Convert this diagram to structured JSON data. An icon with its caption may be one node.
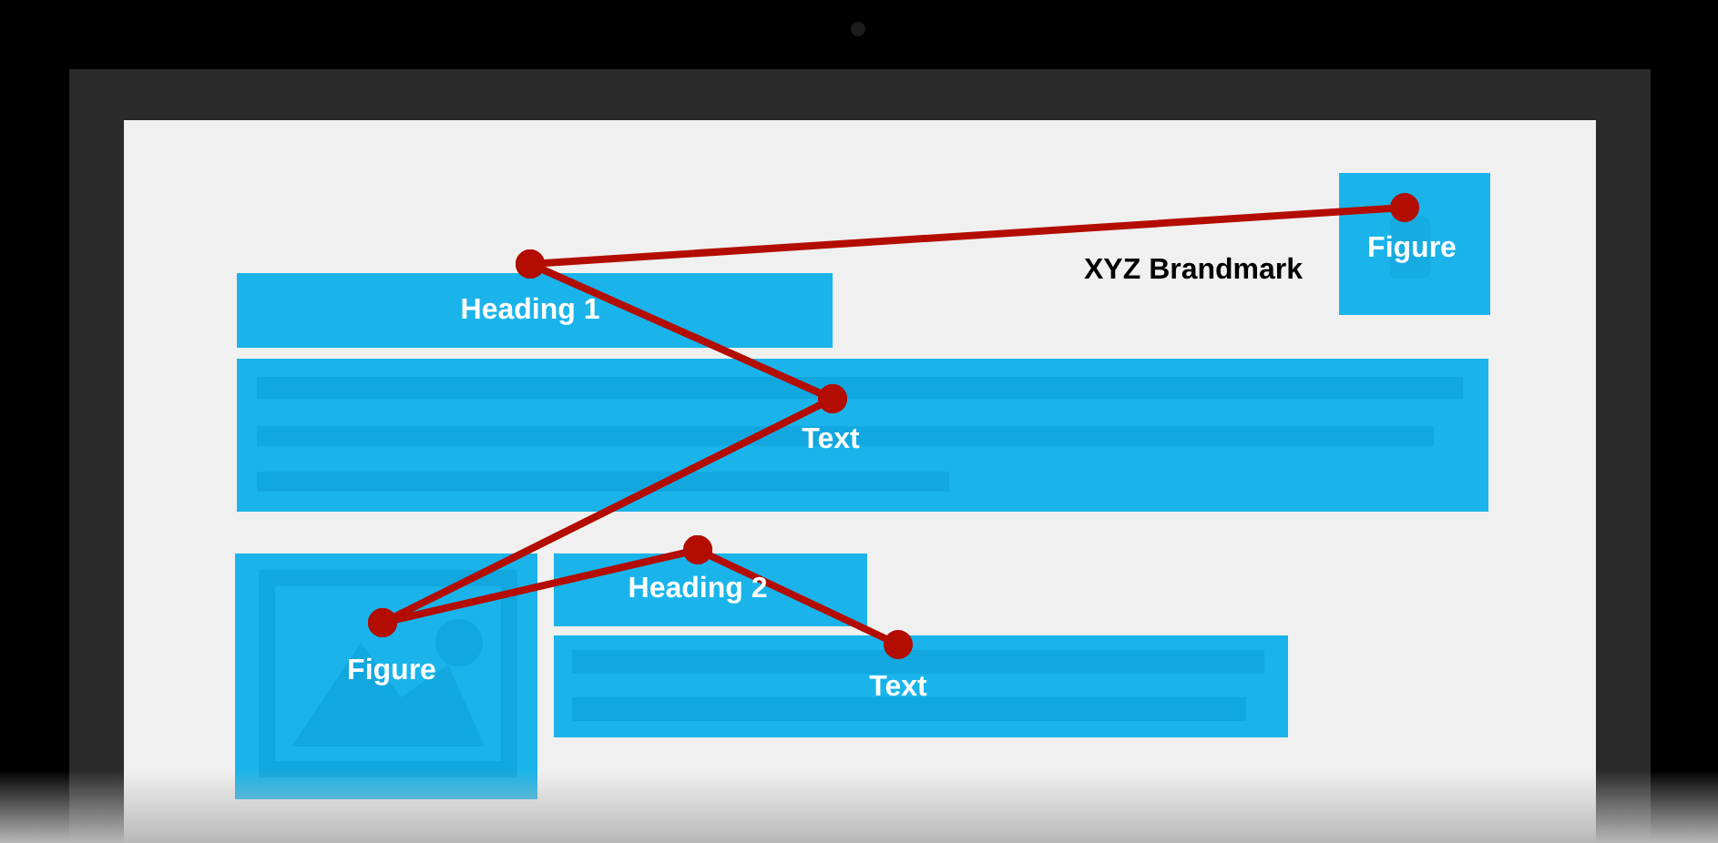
{
  "diagram": {
    "nodes": [
      {
        "text": [
          "Figure"
        ]
      },
      {
        "text": [
          "Heading 1"
        ]
      },
      {
        "text": [
          "Text"
        ]
      },
      {
        "text": [
          "Figure"
        ]
      },
      {
        "text": [
          "Heading 2"
        ]
      },
      {
        "text": [
          "Text"
        ]
      }
    ],
    "edges": [
      {
        "from": 0,
        "to": 1,
        "arrow": "other"
      },
      {
        "from": 1,
        "to": 2,
        "arrow": "other"
      },
      {
        "from": 2,
        "to": 3,
        "arrow": "other"
      },
      {
        "from": 3,
        "to": 4,
        "arrow": "other"
      },
      {
        "from": 4,
        "to": 5,
        "arrow": "other"
      }
    ],
    "labels": [
      "XYZ Brandmark"
    ]
  }
}
